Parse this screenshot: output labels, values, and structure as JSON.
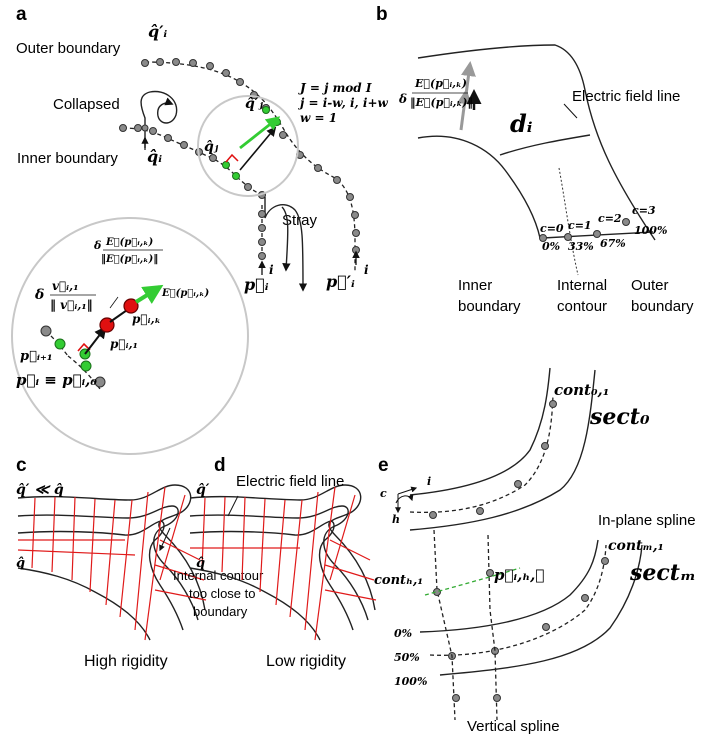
{
  "panels": {
    "a": "a",
    "b": "b",
    "c": "c",
    "d": "d",
    "e": "e"
  },
  "a": {
    "outer_boundary": "Outer boundary",
    "collapsed": "Collapsed",
    "inner_boundary": "Inner boundary",
    "stray": "Stray",
    "q_prime_i": "q̂′ᵢ",
    "q_i": "q̂ᵢ",
    "q_j": "q̂ⱼ",
    "q_prime_j": "q̂′ⱼ",
    "p_i": "p⃗ᵢ",
    "p_prime_i": "p⃗′ᵢ",
    "i1": "i",
    "i2": "i",
    "eq1": "J = j mod I",
    "eq2": "j = i-w, i, i+w",
    "eq3": "w = 1",
    "delta1": "δ",
    "v_num": "v⃗ᵢ,₁",
    "v_den": "‖ v⃗ᵢ,₁‖",
    "delta2": "δ",
    "e_num": "E⃗(p⃗ᵢ,ₖ)",
    "e_den": "‖E⃗(p⃗ᵢ,ₖ)‖",
    "e_arrow": "E⃗(p⃗ᵢ,ₖ)",
    "p_ik": "p⃗ᵢ,ₖ",
    "p_i1": "p⃗ᵢ,₁",
    "p_iplus1": "p⃗ᵢ₊₁",
    "p_i_eq": "p⃗ᵢ ≡ p⃗ᵢ,₀"
  },
  "b": {
    "delta": "δ",
    "e_num": "E⃗(p⃗ᵢ,ₖ)",
    "e_den": "‖E⃗(p⃗ᵢ,ₖ)‖",
    "di": "dᵢ",
    "electric_field_line": "Electric field line",
    "c0": "c=0",
    "c1": "c=1",
    "c2": "c=2",
    "c3": "c=3",
    "pct0": "0%",
    "pct33": "33%",
    "pct67": "67%",
    "pct100": "100%",
    "inner_boundary_l1": "Inner",
    "inner_boundary_l2": "boundary",
    "internal_contour_l1": "Internal",
    "internal_contour_l2": "contour",
    "outer_boundary_l1": "Outer",
    "outer_boundary_l2": "boundary"
  },
  "c": {
    "q_prime_rel": "q̂′ ≪ q̂",
    "q_hat": "q̂",
    "annotation_l1": "Internal contour",
    "annotation_l2": "too close to",
    "annotation_l3": "boundary",
    "caption": "High rigidity"
  },
  "d": {
    "q_prime": "q̂′",
    "q_hat": "q̂",
    "electric_field_line": "Electric field line",
    "caption": "Low rigidity"
  },
  "e": {
    "cont01": "cont₀,₁",
    "sect0": "sect₀",
    "axis_c": "c",
    "axis_i": "i",
    "axis_h": "h",
    "in_plane_spline": "In-plane spline",
    "contm1": "contₘ,₁",
    "sectm": "sectₘ",
    "conth1": "contₕ,₁",
    "p_ihc": "p⃗ᵢ,ₕ,𝒸",
    "pct0": "0%",
    "pct50": "50%",
    "pct100": "100%",
    "vertical_spline": "Vertical spline"
  },
  "colors": {
    "green": "#33cc33",
    "red": "#e01010",
    "grey_point": "#8a8a8a",
    "circle": "#c8c8c8"
  }
}
